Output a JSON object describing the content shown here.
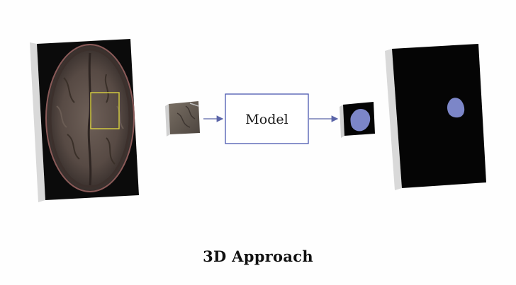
{
  "diagram": {
    "model_label": "Model",
    "caption": "3D Approach",
    "colors": {
      "model_box_stroke": "#4a58b0",
      "arrow": "#5a64a8",
      "roi_box": "#d8d040",
      "tumor": "#7c86c8",
      "slab_dark": "#050505",
      "slab_edge": "#d9d9d9"
    },
    "icons": {
      "input_volume": "brain-mri-slab",
      "input_patch": "mri-patch-cube",
      "output_patch": "segmentation-patch-cube",
      "output_volume": "segmentation-mask-slab"
    }
  }
}
